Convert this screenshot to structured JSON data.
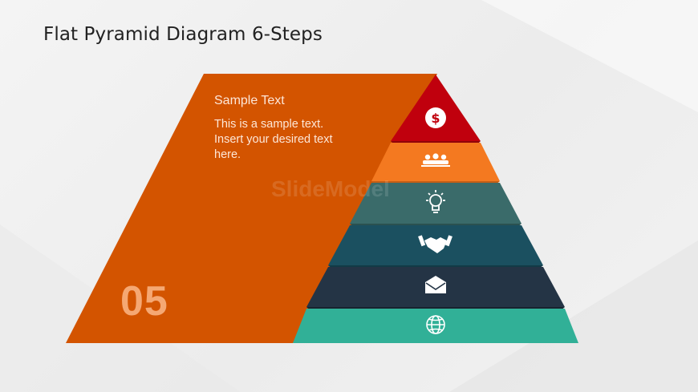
{
  "slide": {
    "title": "Flat Pyramid Diagram 6-Steps"
  },
  "callout": {
    "heading": "Sample Text",
    "body": "This is a sample text. Insert your desired text here.",
    "step_number": "05",
    "color": "#d35400"
  },
  "watermark": "SlideModel",
  "pyramid": {
    "levels": [
      {
        "icon": "dollar-coin-icon",
        "color": "#c0000d"
      },
      {
        "icon": "people-group-icon",
        "color": "#f47920"
      },
      {
        "icon": "lightbulb-icon",
        "color": "#3a6b6a"
      },
      {
        "icon": "handshake-icon",
        "color": "#1b5060"
      },
      {
        "icon": "envelope-icon",
        "color": "#243445"
      },
      {
        "icon": "globe-icon",
        "color": "#31b097"
      }
    ]
  }
}
